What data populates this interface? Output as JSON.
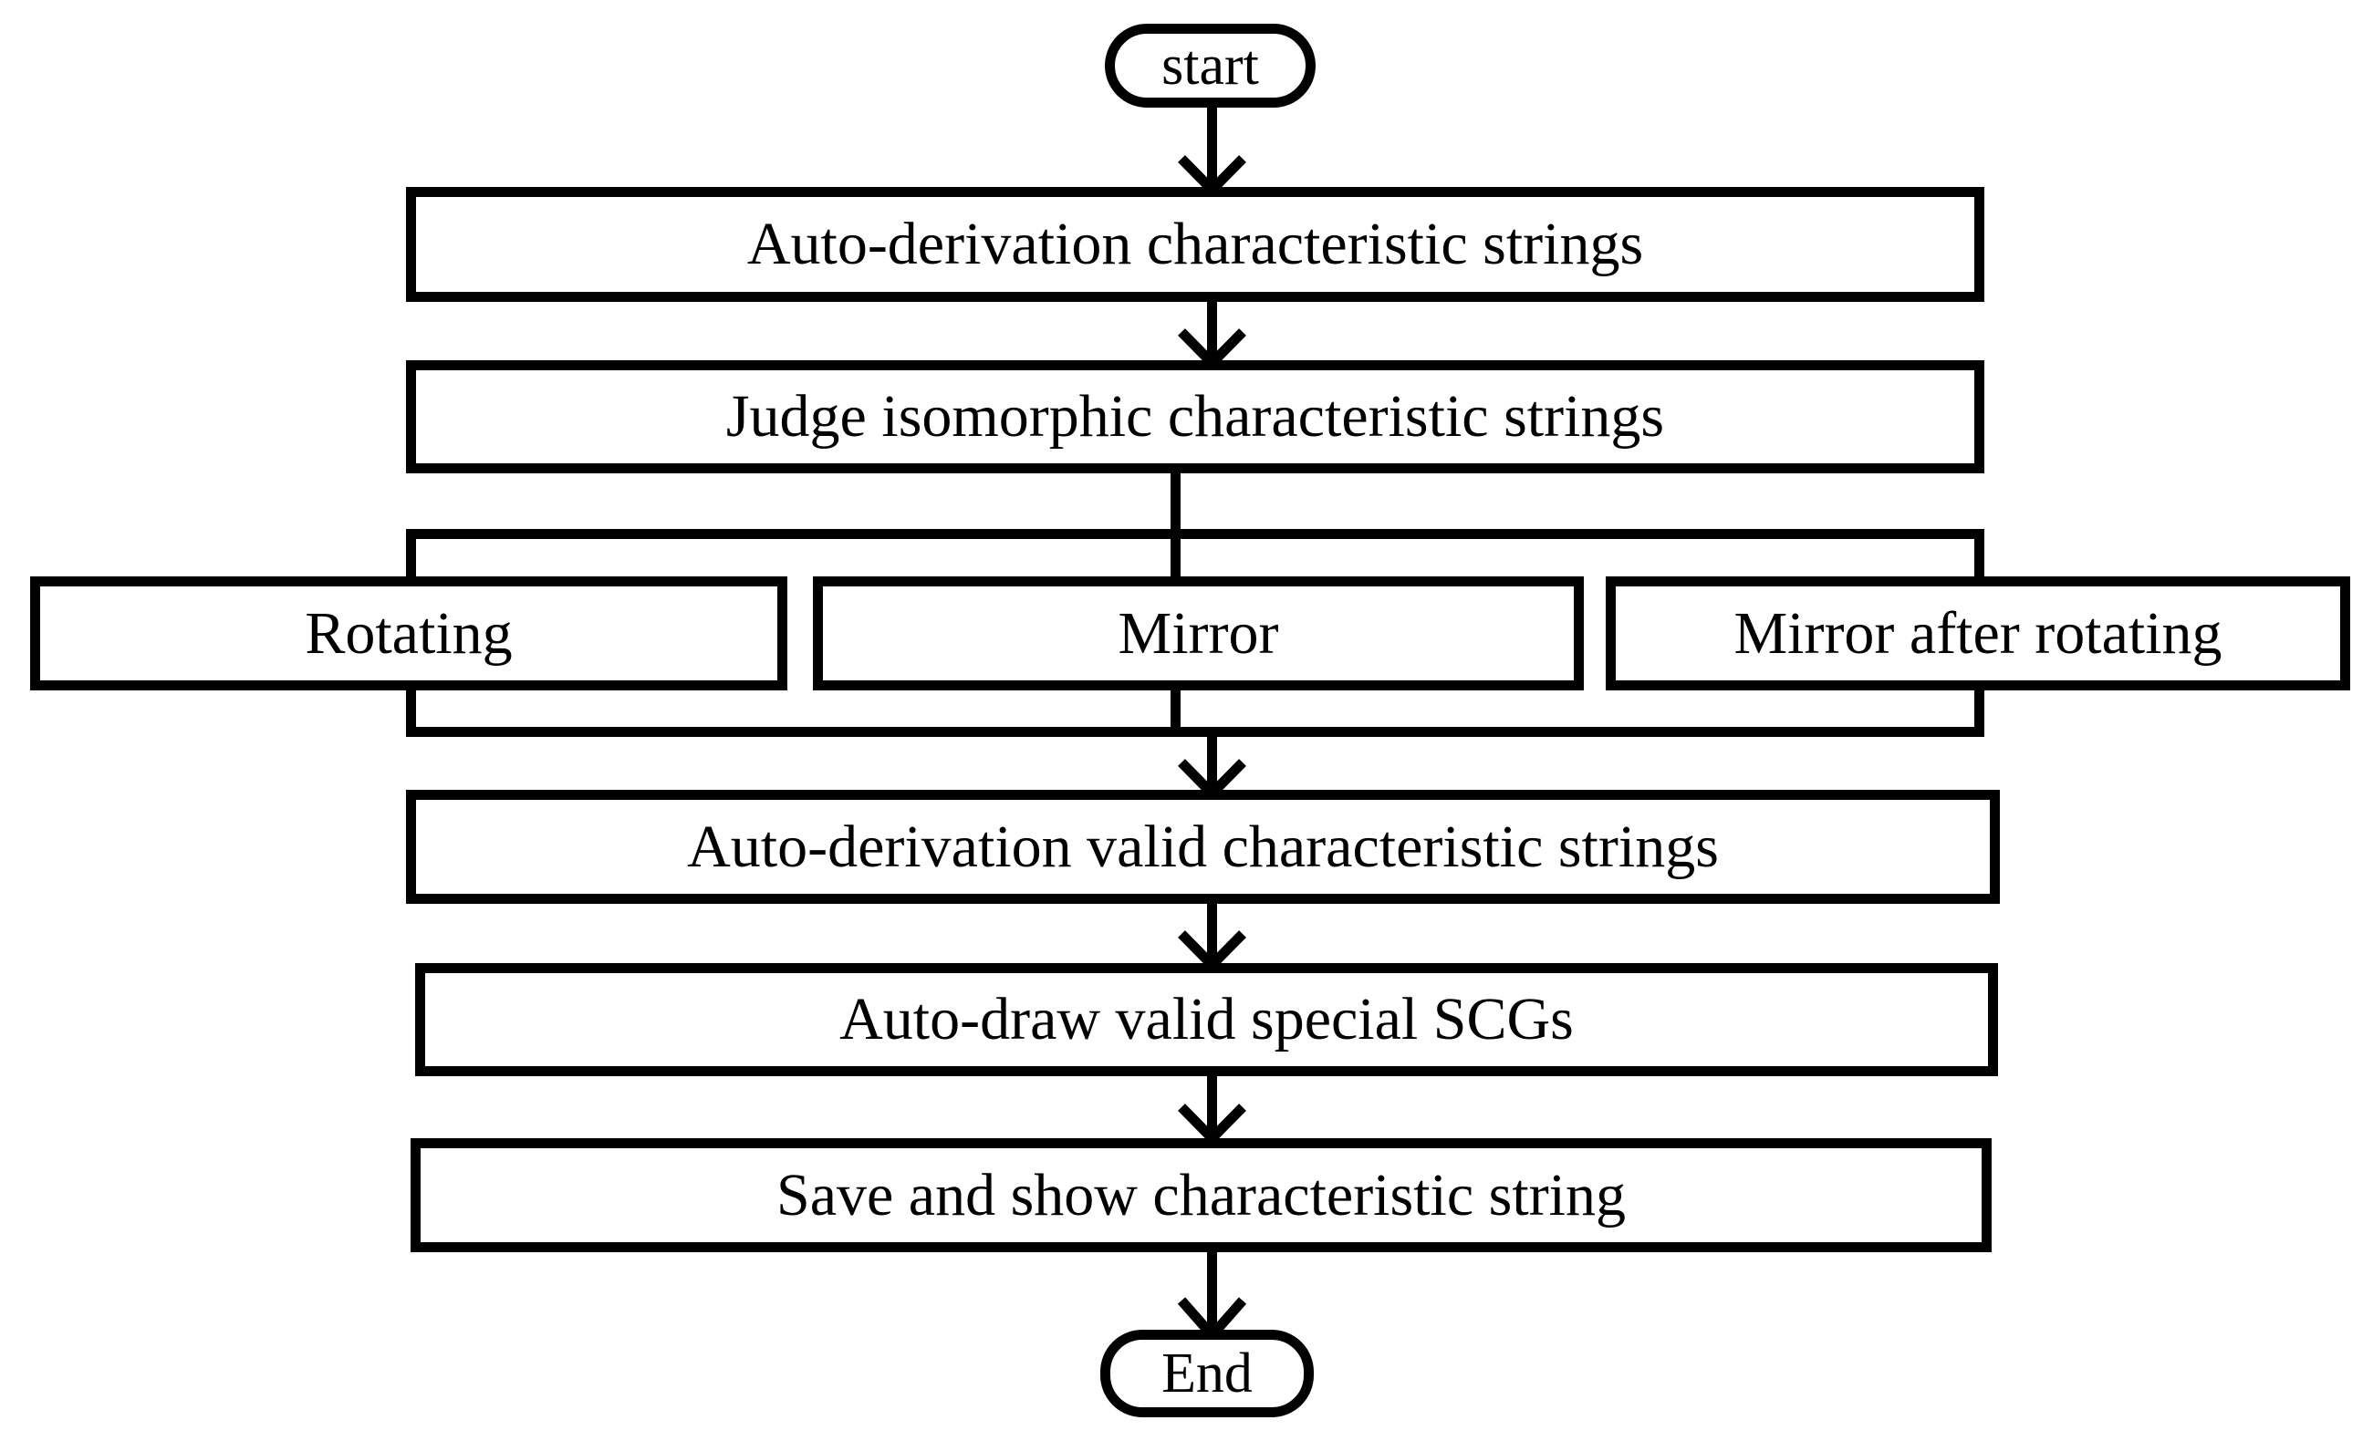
{
  "diagram": {
    "title": "Auto-derivation flowchart for characteristic strings",
    "type": "flowchart",
    "orientation": "top-to-bottom",
    "colors": {
      "stroke": "#000000",
      "fill": "#ffffff",
      "text": "#000000"
    },
    "nodes": {
      "start": {
        "label": "start",
        "shape": "terminator"
      },
      "step1": {
        "label": "Auto-derivation characteristic strings",
        "shape": "process"
      },
      "step2": {
        "label": "Judge isomorphic characteristic strings",
        "shape": "process"
      },
      "branch_group": {
        "label": "",
        "shape": "group"
      },
      "branch1": {
        "label": "Rotating",
        "shape": "process"
      },
      "branch2": {
        "label": "Mirror",
        "shape": "process"
      },
      "branch3": {
        "label": "Mirror after rotating",
        "shape": "process"
      },
      "step3": {
        "label": "Auto-derivation valid characteristic strings",
        "shape": "process"
      },
      "step4": {
        "label": "Auto-draw valid special SCGs",
        "shape": "process"
      },
      "step5": {
        "label": "Save and show characteristic string",
        "shape": "process"
      },
      "end": {
        "label": "End",
        "shape": "terminator"
      }
    },
    "edges": [
      {
        "from": "start",
        "to": "step1",
        "arrow": "down"
      },
      {
        "from": "step1",
        "to": "step2",
        "arrow": "down"
      },
      {
        "from": "step2",
        "to": "branch_group",
        "arrow": "none"
      },
      {
        "from": "branch_group",
        "to": "step3",
        "arrow": "down"
      },
      {
        "from": "step3",
        "to": "step4",
        "arrow": "down"
      },
      {
        "from": "step4",
        "to": "step5",
        "arrow": "down"
      },
      {
        "from": "step5",
        "to": "end",
        "arrow": "down"
      }
    ]
  }
}
